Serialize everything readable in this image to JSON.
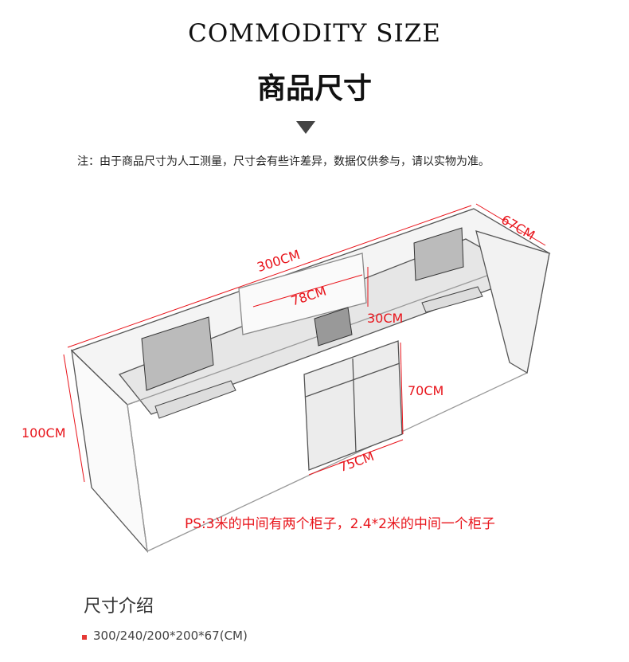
{
  "header": {
    "title_en": "COMMODITY SIZE",
    "title_cn": "商品尺寸"
  },
  "note": "注：由于商品尺寸为人工测量，尺寸会有些许差异，数据仅供参与，请以实物为准。",
  "dimensions": {
    "length": "300CM",
    "inner": "78CM",
    "partition": "30CM",
    "depth": "67CM",
    "height": "100CM",
    "desk_height": "70CM",
    "cabinet_width": "75CM"
  },
  "ps": "PS:3米的中间有两个柜子，2.4*2米的中间一个柜子",
  "size_intro": {
    "heading": "尺寸介绍",
    "value": "300/240/200*200*67(CM)"
  },
  "colors": {
    "accent": "#e8141b"
  }
}
